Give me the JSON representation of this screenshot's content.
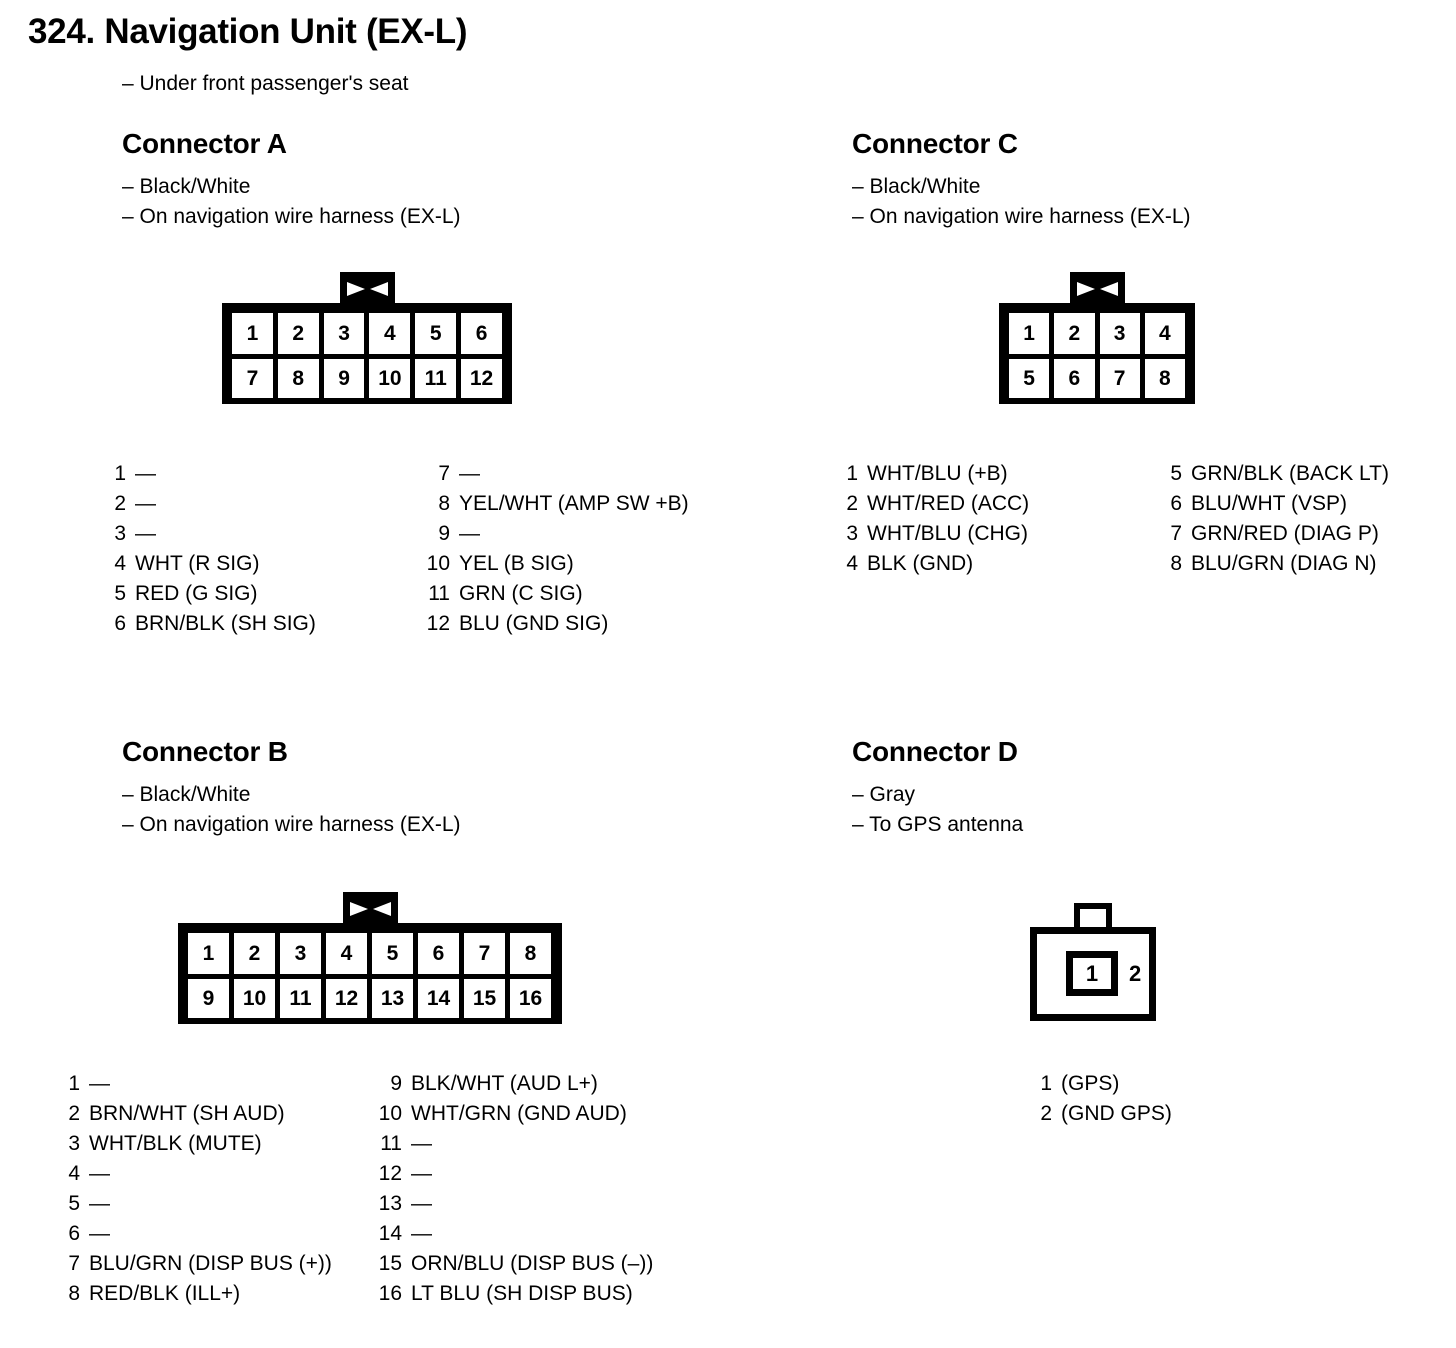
{
  "page": {
    "title": "324. Navigation Unit (EX-L)",
    "subtitle": "– Under front passenger's seat"
  },
  "connectors": {
    "a": {
      "title": "Connector A",
      "note_color": "– Black/White",
      "note_location": "– On navigation wire harness (EX-L)",
      "shell": {
        "rows": [
          [
            "1",
            "2",
            "3",
            "4",
            "5",
            "6"
          ],
          [
            "7",
            "8",
            "9",
            "10",
            "11",
            "12"
          ]
        ]
      },
      "pins_left": [
        {
          "num": "1",
          "desc": "—"
        },
        {
          "num": "2",
          "desc": "—"
        },
        {
          "num": "3",
          "desc": "—"
        },
        {
          "num": "4",
          "desc": "WHT (R SIG)"
        },
        {
          "num": "5",
          "desc": "RED (G SIG)"
        },
        {
          "num": "6",
          "desc": "BRN/BLK (SH SIG)"
        }
      ],
      "pins_right": [
        {
          "num": "7",
          "desc": "—"
        },
        {
          "num": "8",
          "desc": "YEL/WHT (AMP SW +B)"
        },
        {
          "num": "9",
          "desc": "—"
        },
        {
          "num": "10",
          "desc": "YEL (B SIG)"
        },
        {
          "num": "11",
          "desc": "GRN (C SIG)"
        },
        {
          "num": "12",
          "desc": "BLU (GND SIG)"
        }
      ]
    },
    "c": {
      "title": "Connector C",
      "note_color": "– Black/White",
      "note_location": "– On navigation wire harness (EX-L)",
      "shell": {
        "rows": [
          [
            "1",
            "2",
            "3",
            "4"
          ],
          [
            "5",
            "6",
            "7",
            "8"
          ]
        ]
      },
      "pins_left": [
        {
          "num": "1",
          "desc": "WHT/BLU (+B)"
        },
        {
          "num": "2",
          "desc": "WHT/RED (ACC)"
        },
        {
          "num": "3",
          "desc": "WHT/BLU (CHG)"
        },
        {
          "num": "4",
          "desc": "BLK (GND)"
        }
      ],
      "pins_right": [
        {
          "num": "5",
          "desc": "GRN/BLK (BACK LT)"
        },
        {
          "num": "6",
          "desc": "BLU/WHT (VSP)"
        },
        {
          "num": "7",
          "desc": "GRN/RED (DIAG P)"
        },
        {
          "num": "8",
          "desc": "BLU/GRN (DIAG N)"
        }
      ]
    },
    "b": {
      "title": "Connector B",
      "note_color": "– Black/White",
      "note_location": "– On navigation wire harness (EX-L)",
      "shell": {
        "rows": [
          [
            "1",
            "2",
            "3",
            "4",
            "5",
            "6",
            "7",
            "8"
          ],
          [
            "9",
            "10",
            "11",
            "12",
            "13",
            "14",
            "15",
            "16"
          ]
        ]
      },
      "pins_left": [
        {
          "num": "1",
          "desc": "—"
        },
        {
          "num": "2",
          "desc": "BRN/WHT (SH AUD)"
        },
        {
          "num": "3",
          "desc": "WHT/BLK (MUTE)"
        },
        {
          "num": "4",
          "desc": "—"
        },
        {
          "num": "5",
          "desc": "—"
        },
        {
          "num": "6",
          "desc": "—"
        },
        {
          "num": "7",
          "desc": "BLU/GRN (DISP BUS (+))"
        },
        {
          "num": "8",
          "desc": "RED/BLK (ILL+)"
        }
      ],
      "pins_right": [
        {
          "num": "9",
          "desc": "BLK/WHT (AUD L+)"
        },
        {
          "num": "10",
          "desc": "WHT/GRN (GND AUD)"
        },
        {
          "num": "11",
          "desc": "—"
        },
        {
          "num": "12",
          "desc": "—"
        },
        {
          "num": "13",
          "desc": "—"
        },
        {
          "num": "14",
          "desc": "—"
        },
        {
          "num": "15",
          "desc": "ORN/BLU (DISP BUS (–))"
        },
        {
          "num": "16",
          "desc": "LT BLU (SH DISP BUS)"
        }
      ]
    },
    "d": {
      "title": "Connector D",
      "note_color": "– Gray",
      "note_location": "– To GPS antenna",
      "shell": {
        "pin_inner": "1",
        "pin_outer": "2"
      },
      "pins_left": [
        {
          "num": "1",
          "desc": "(GPS)"
        },
        {
          "num": "2",
          "desc": "(GND GPS)"
        }
      ]
    }
  },
  "colors": {
    "ink": "#000000",
    "paper": "#ffffff"
  }
}
